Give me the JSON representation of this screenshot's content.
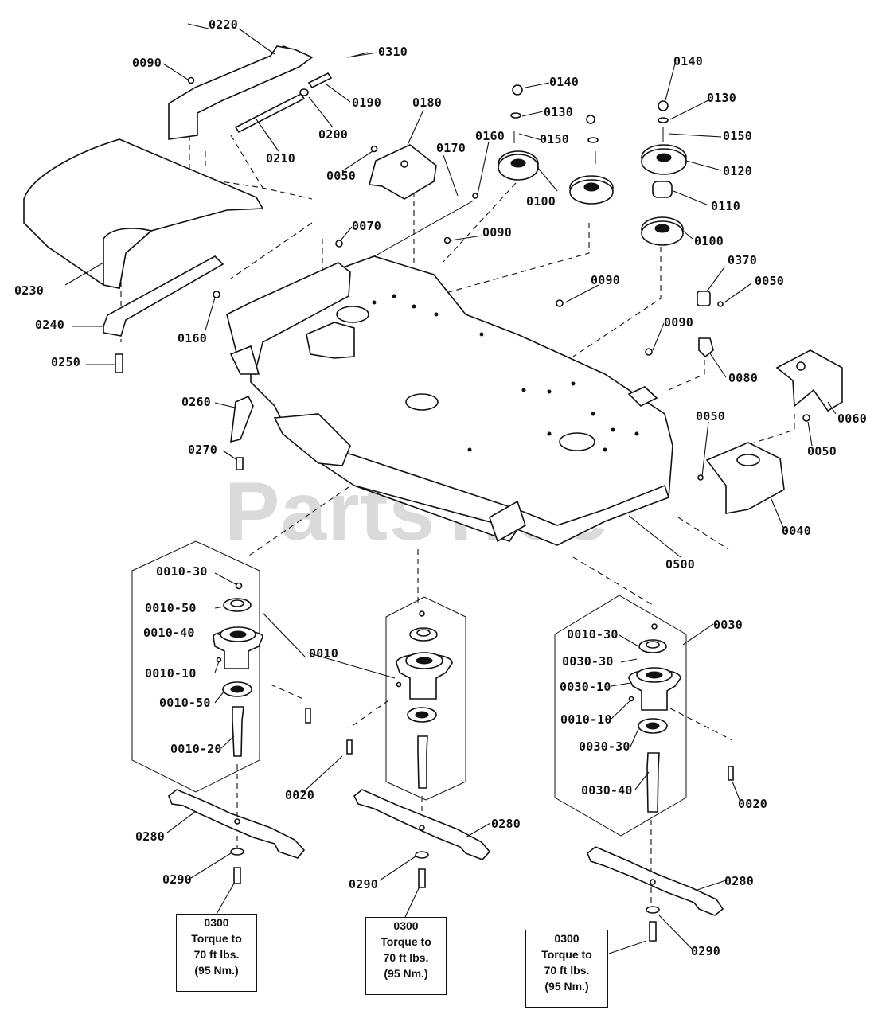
{
  "watermark": {
    "text": "PartsTree",
    "trademark": "TM"
  },
  "callouts": {
    "c0220": "0220",
    "c0310": "0310",
    "c0090a": "0090",
    "c0190": "0190",
    "c0200": "0200",
    "c0210": "0210",
    "c0180": "0180",
    "c0050a": "0050",
    "c0170": "0170",
    "c0160a": "0160",
    "c0140a": "0140",
    "c0130a": "0130",
    "c0150a": "0150",
    "c0100a": "0100",
    "c0140b": "0140",
    "c0130b": "0130",
    "c0150b": "0150",
    "c0120": "0120",
    "c0110": "0110",
    "c0100b": "0100",
    "c0370": "0370",
    "c0050b": "0050",
    "c0080": "0080",
    "c0090b": "0090",
    "c0090c": "0090",
    "c0090d": "0090",
    "c0070": "0070",
    "c0230": "0230",
    "c0240": "0240",
    "c0250": "0250",
    "c0160b": "0160",
    "c0260": "0260",
    "c0270": "0270",
    "c0050c": "0050",
    "c0060": "0060",
    "c0050d": "0050",
    "c0040": "0040",
    "c0500": "0500",
    "c0010_30": "0010-30",
    "c0010_50a": "0010-50",
    "c0010_40": "0010-40",
    "c0010_10a": "0010-10",
    "c0010_50b": "0010-50",
    "c0010_20": "0010-20",
    "c0010": "0010",
    "c0020a": "0020",
    "c0280a": "0280",
    "c0290a": "0290",
    "c0280b": "0280",
    "c0290b": "0290",
    "c0030": "0030",
    "c0010_30b": "0010-30",
    "c0030_30a": "0030-30",
    "c0030_10": "0030-10",
    "c0010_10b": "0010-10",
    "c0030_30b": "0030-30",
    "c0030_40": "0030-40",
    "c0020b": "0020",
    "c0280c": "0280",
    "c0290c": "0290"
  },
  "torque_notes": [
    {
      "part": "0300",
      "line1": "Torque to",
      "line2": "70 ft lbs.",
      "line3": "(95 Nm.)"
    },
    {
      "part": "0300",
      "line1": "Torque to",
      "line2": "70 ft lbs.",
      "line3": "(95 Nm.)"
    },
    {
      "part": "0300",
      "line1": "Torque to",
      "line2": "70 ft lbs.",
      "line3": "(95 Nm.)"
    }
  ]
}
